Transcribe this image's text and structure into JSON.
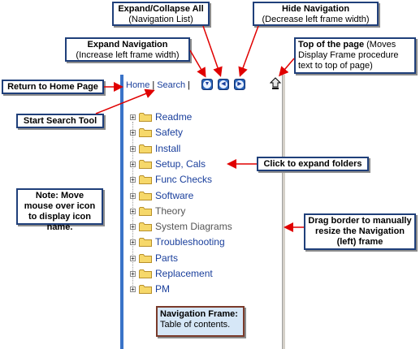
{
  "callouts": {
    "expand_collapse": {
      "title": "Expand/Collapse All",
      "sub": "(Navigation List)"
    },
    "hide_nav": {
      "title": "Hide Navigation",
      "sub": "(Decrease left frame width)"
    },
    "expand_nav": {
      "title": "Expand Navigation",
      "sub": "(Increase left frame width)"
    },
    "top_page": {
      "title": "Top of the page",
      "rest": " (Moves Display Frame procedure text to top of page)"
    },
    "return_home": {
      "title": "Return to Home Page"
    },
    "search_tool": {
      "title": "Start Search Tool"
    },
    "expand_folders": {
      "title": "Click to expand folders"
    },
    "note": {
      "title": "Note: Move mouse over icon to display icon name."
    },
    "drag_border": {
      "title": "Drag border to manually resize the Navigation (left) frame"
    }
  },
  "toolbar": {
    "home_label": "Home",
    "separator": "|",
    "search_label": "Search",
    "separator2": "|"
  },
  "tree": {
    "items": [
      {
        "label": "Readme",
        "style": "link"
      },
      {
        "label": "Safety",
        "style": "link"
      },
      {
        "label": "Install",
        "style": "link"
      },
      {
        "label": "Setup, Cals",
        "style": "link"
      },
      {
        "label": "Func Checks",
        "style": "link"
      },
      {
        "label": "Software",
        "style": "link"
      },
      {
        "label": "Theory",
        "style": "gray"
      },
      {
        "label": "System Diagrams",
        "style": "gray"
      },
      {
        "label": "Troubleshooting",
        "style": "link"
      },
      {
        "label": "Parts",
        "style": "link"
      },
      {
        "label": "Replacement",
        "style": "link"
      },
      {
        "label": "PM",
        "style": "link"
      }
    ]
  },
  "nav_frame_box": {
    "title": "Navigation Frame:",
    "sub": "Table of contents."
  },
  "icons": {
    "expand_nav": "chevron-down-icon",
    "collapse_nav": "chevron-left-icon",
    "hide_nav": "chevron-right-icon",
    "top": "home-up-icon",
    "folder": "folder-icon",
    "expander": "plus-icon"
  },
  "colors": {
    "frame_border": "#3a73c8",
    "link": "#1a3f9c",
    "arrow": "#e00000",
    "callout_border": "#1f3f7a"
  }
}
